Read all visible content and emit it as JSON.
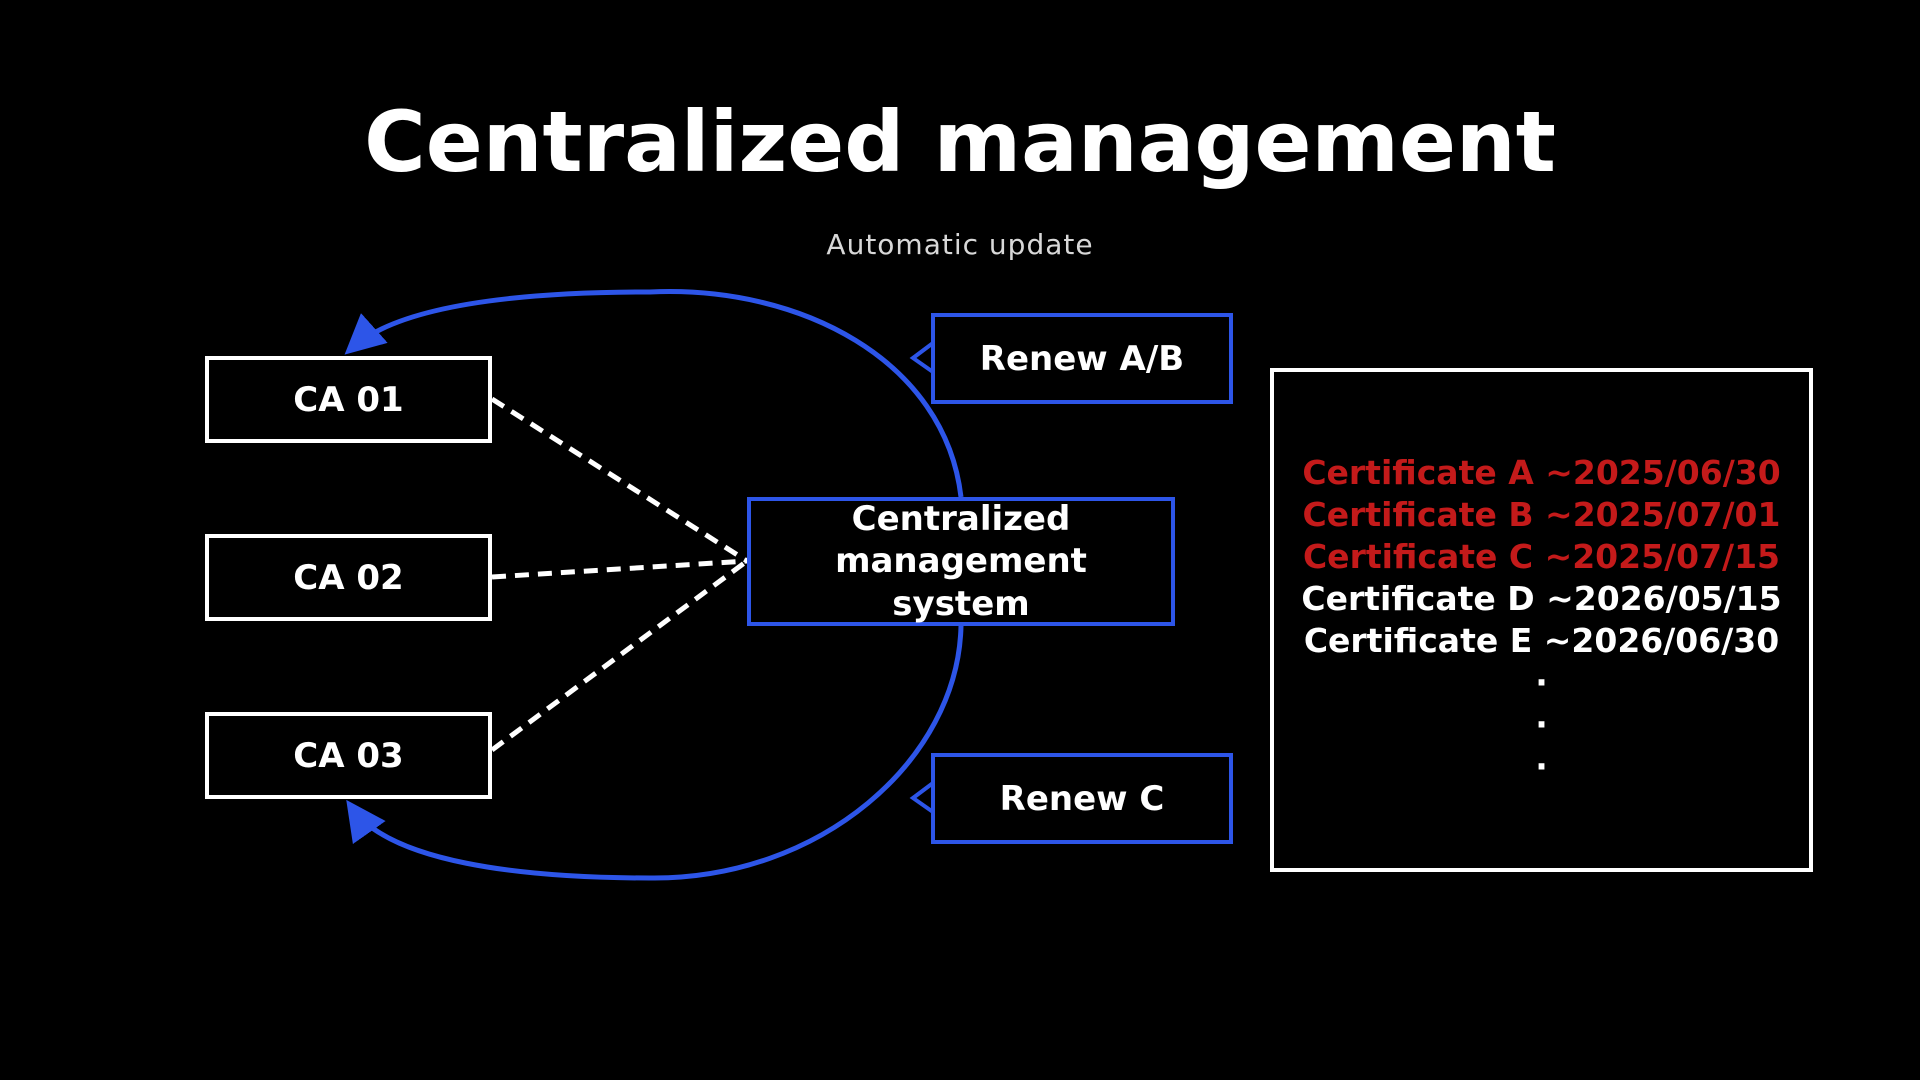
{
  "slide": {
    "title": "Centralized management",
    "subtitle": "Automatic update"
  },
  "nodes": {
    "ca_01": "CA 01",
    "ca_02": "CA 02",
    "ca_03": "CA 03",
    "system_line1": "Centralized",
    "system_line2": "management system",
    "renew_ab": "Renew A/B",
    "renew_c": "Renew C"
  },
  "certificates": {
    "items": [
      {
        "text": "Certificate A ~2025/06/30",
        "status": "expiring"
      },
      {
        "text": "Certificate B ~2025/07/01",
        "status": "expiring"
      },
      {
        "text": "Certificate C ~2025/07/15",
        "status": "expiring"
      },
      {
        "text": "Certificate D ~2026/05/15",
        "status": "valid"
      },
      {
        "text": "Certificate E ~2026/06/30",
        "status": "valid"
      }
    ],
    "ellipsis": [
      "·",
      "·",
      "·"
    ]
  },
  "colors": {
    "background": "#000000",
    "accent_blue": "#2d55e8",
    "expiring_red": "#c41a1a",
    "text_white": "#ffffff"
  }
}
